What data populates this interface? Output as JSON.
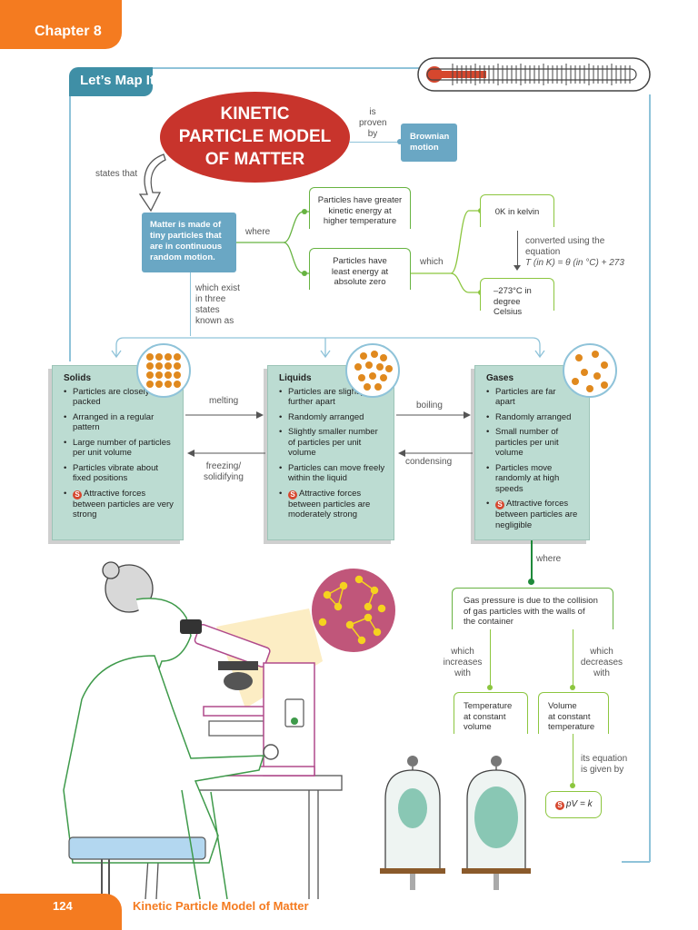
{
  "header": {
    "chapter": "Chapter 8"
  },
  "banner": {
    "title": "Let’s Map It"
  },
  "central": {
    "title_line1": "KINETIC",
    "title_line2": "PARTICLE MODEL",
    "title_line3": "OF MATTER"
  },
  "links": {
    "is_proven_by": [
      "is",
      "proven",
      "by"
    ],
    "states_that": "states that",
    "where1": "where",
    "which1": "which",
    "which_exist": [
      "which exist",
      "in three",
      "states",
      "known as"
    ],
    "melting": "melting",
    "freezing": [
      "freezing/",
      "solidifying"
    ],
    "boiling": "boiling",
    "condensing": "condensing",
    "where2": "where",
    "which_increases": [
      "which",
      "increases",
      "with"
    ],
    "which_decreases": [
      "which",
      "decreases",
      "with"
    ],
    "its_equation": [
      "its equation",
      "is given by"
    ],
    "converted": [
      "converted using the",
      "equation"
    ]
  },
  "boxes": {
    "brownian": [
      "Brownian",
      "motion"
    ],
    "matter": [
      "Matter is made of",
      "tiny particles that",
      "are in continuous",
      "random motion."
    ],
    "greater_ke": [
      "Particles have greater",
      "kinetic energy at",
      "higher temperature"
    ],
    "least_energy": [
      "Particles have",
      "least energy at",
      "absolute zero"
    ],
    "zero_kelvin": "0K in kelvin",
    "celsius": [
      "–273°C in",
      "degree Celsius"
    ],
    "equation": "T (in K) = θ (in °C) + 273",
    "gas_pressure": [
      "Gas pressure is due to the collision",
      "of gas particles with the walls of",
      "the container"
    ],
    "temperature": [
      "Temperature",
      "at constant",
      "volume"
    ],
    "volume": [
      "Volume",
      "at constant",
      "temperature"
    ],
    "pv": "pV = k",
    "s_label": "S"
  },
  "states": {
    "solids": {
      "title": "Solids",
      "items": [
        "Particles are closely packed",
        "Arranged in a regular pattern",
        "Large number of particles per unit volume",
        "Particles vibrate about fixed positions"
      ],
      "special": "Attractive forces between particles are very strong"
    },
    "liquids": {
      "title": "Liquids",
      "items": [
        "Particles are slightly further apart",
        "Randomly arranged",
        "Slightly smaller number of particles per unit volume",
        "Particles can move freely within the liquid"
      ],
      "special": "Attractive forces between particles are moderately strong"
    },
    "gases": {
      "title": "Gases",
      "items": [
        "Particles are far apart",
        "Randomly arranged",
        "Small number of particles per unit volume",
        "Particles move randomly at high speeds"
      ],
      "special": "Attractive forces between particles are negligible"
    }
  },
  "footer": {
    "page_number": "124",
    "title": "Kinetic Particle Model of Matter"
  },
  "colors": {
    "orange": "#f47b20",
    "teal": "#3f8fa6",
    "red": "#c8342c",
    "green": "#67b341",
    "blue_box": "#6aa7c4",
    "state_bg": "#bcdcd2"
  }
}
